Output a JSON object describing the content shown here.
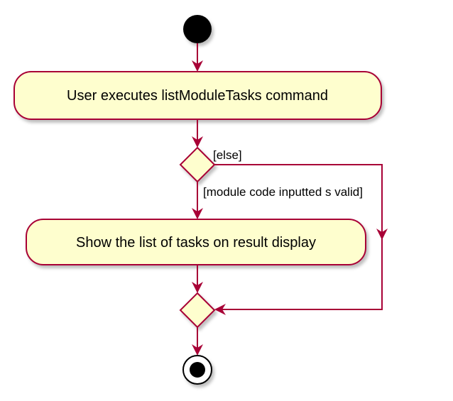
{
  "diagram": {
    "activities": {
      "execute": "User executes listModuleTasks command",
      "show_list": "Show the list of tasks on result display"
    },
    "guards": {
      "valid": "[module code inputted  s valid]",
      "else": "[else]"
    }
  },
  "colors": {
    "activity_fill": "#FEFECE",
    "border": "#A80036",
    "arrow": "#A80036",
    "start_fill": "#000000",
    "background": "#FFFFFF"
  }
}
